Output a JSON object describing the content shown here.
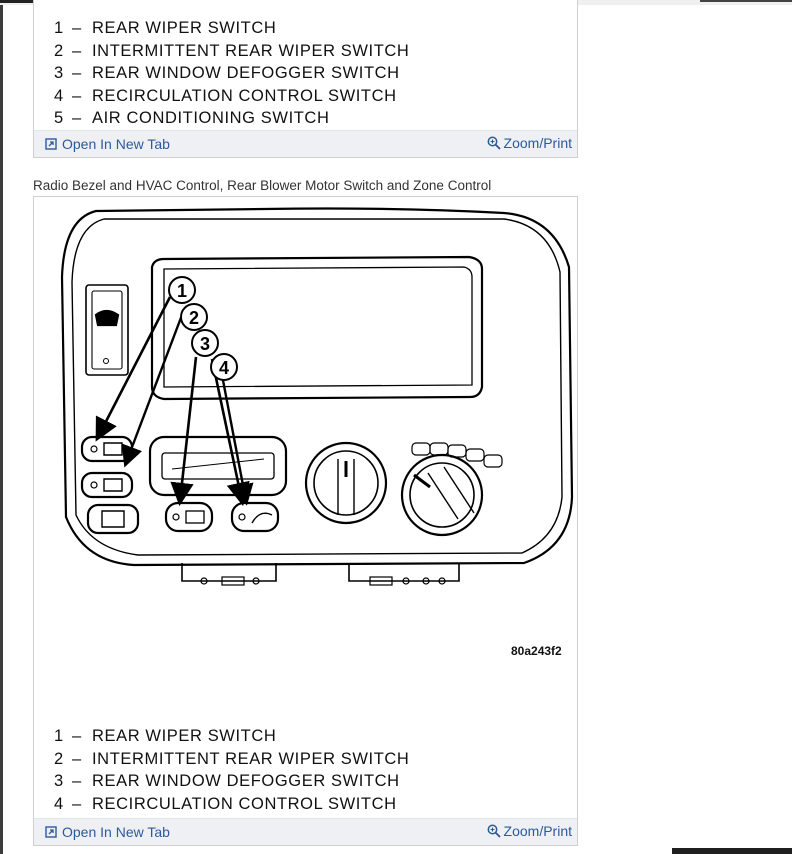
{
  "card1": {
    "legend": [
      {
        "num": "1",
        "label": "REAR WIPER SWITCH"
      },
      {
        "num": "2",
        "label": "INTERMITTENT REAR WIPER SWITCH"
      },
      {
        "num": "3",
        "label": "REAR WINDOW DEFOGGER SWITCH"
      },
      {
        "num": "4",
        "label": "RECIRCULATION CONTROL SWITCH"
      },
      {
        "num": "5",
        "label": "AIR CONDITIONING SWITCH"
      }
    ],
    "open_tab_label": "Open In New Tab",
    "zoom_label": "Zoom/Print"
  },
  "card2": {
    "caption": "Radio Bezel and HVAC Control, Rear Blower Motor Switch and Zone Control",
    "figure_code": "80a243f2",
    "callouts": [
      "1",
      "2",
      "3",
      "4"
    ],
    "legend": [
      {
        "num": "1",
        "label": "REAR WIPER SWITCH"
      },
      {
        "num": "2",
        "label": "INTERMITTENT REAR WIPER SWITCH"
      },
      {
        "num": "3",
        "label": "REAR WINDOW DEFOGGER SWITCH"
      },
      {
        "num": "4",
        "label": "RECIRCULATION CONTROL SWITCH"
      }
    ],
    "open_tab_label": "Open In New Tab",
    "zoom_label": "Zoom/Print"
  },
  "icons": {
    "open_tab": "open-new-tab-icon",
    "zoom": "magnifier-icon"
  },
  "colors": {
    "link": "#2c5a9c",
    "footer_bg": "#eef0f3"
  }
}
